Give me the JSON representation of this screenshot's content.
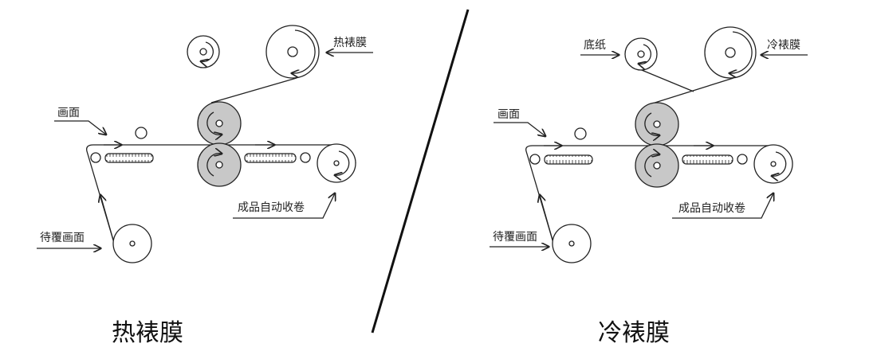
{
  "hot": {
    "title": "热裱膜",
    "film_label": "热裱膜",
    "image_label": "画面",
    "input_label": "待覆画面",
    "rewind_label": "成品自动收卷"
  },
  "cold": {
    "title": "冷裱膜",
    "film_label": "冷裱膜",
    "liner_label": "底纸",
    "image_label": "画面",
    "input_label": "待覆画面",
    "rewind_label": "成品自动收卷"
  },
  "colors": {
    "line": "#222222",
    "pressure_roller": "#c8c8c8"
  }
}
